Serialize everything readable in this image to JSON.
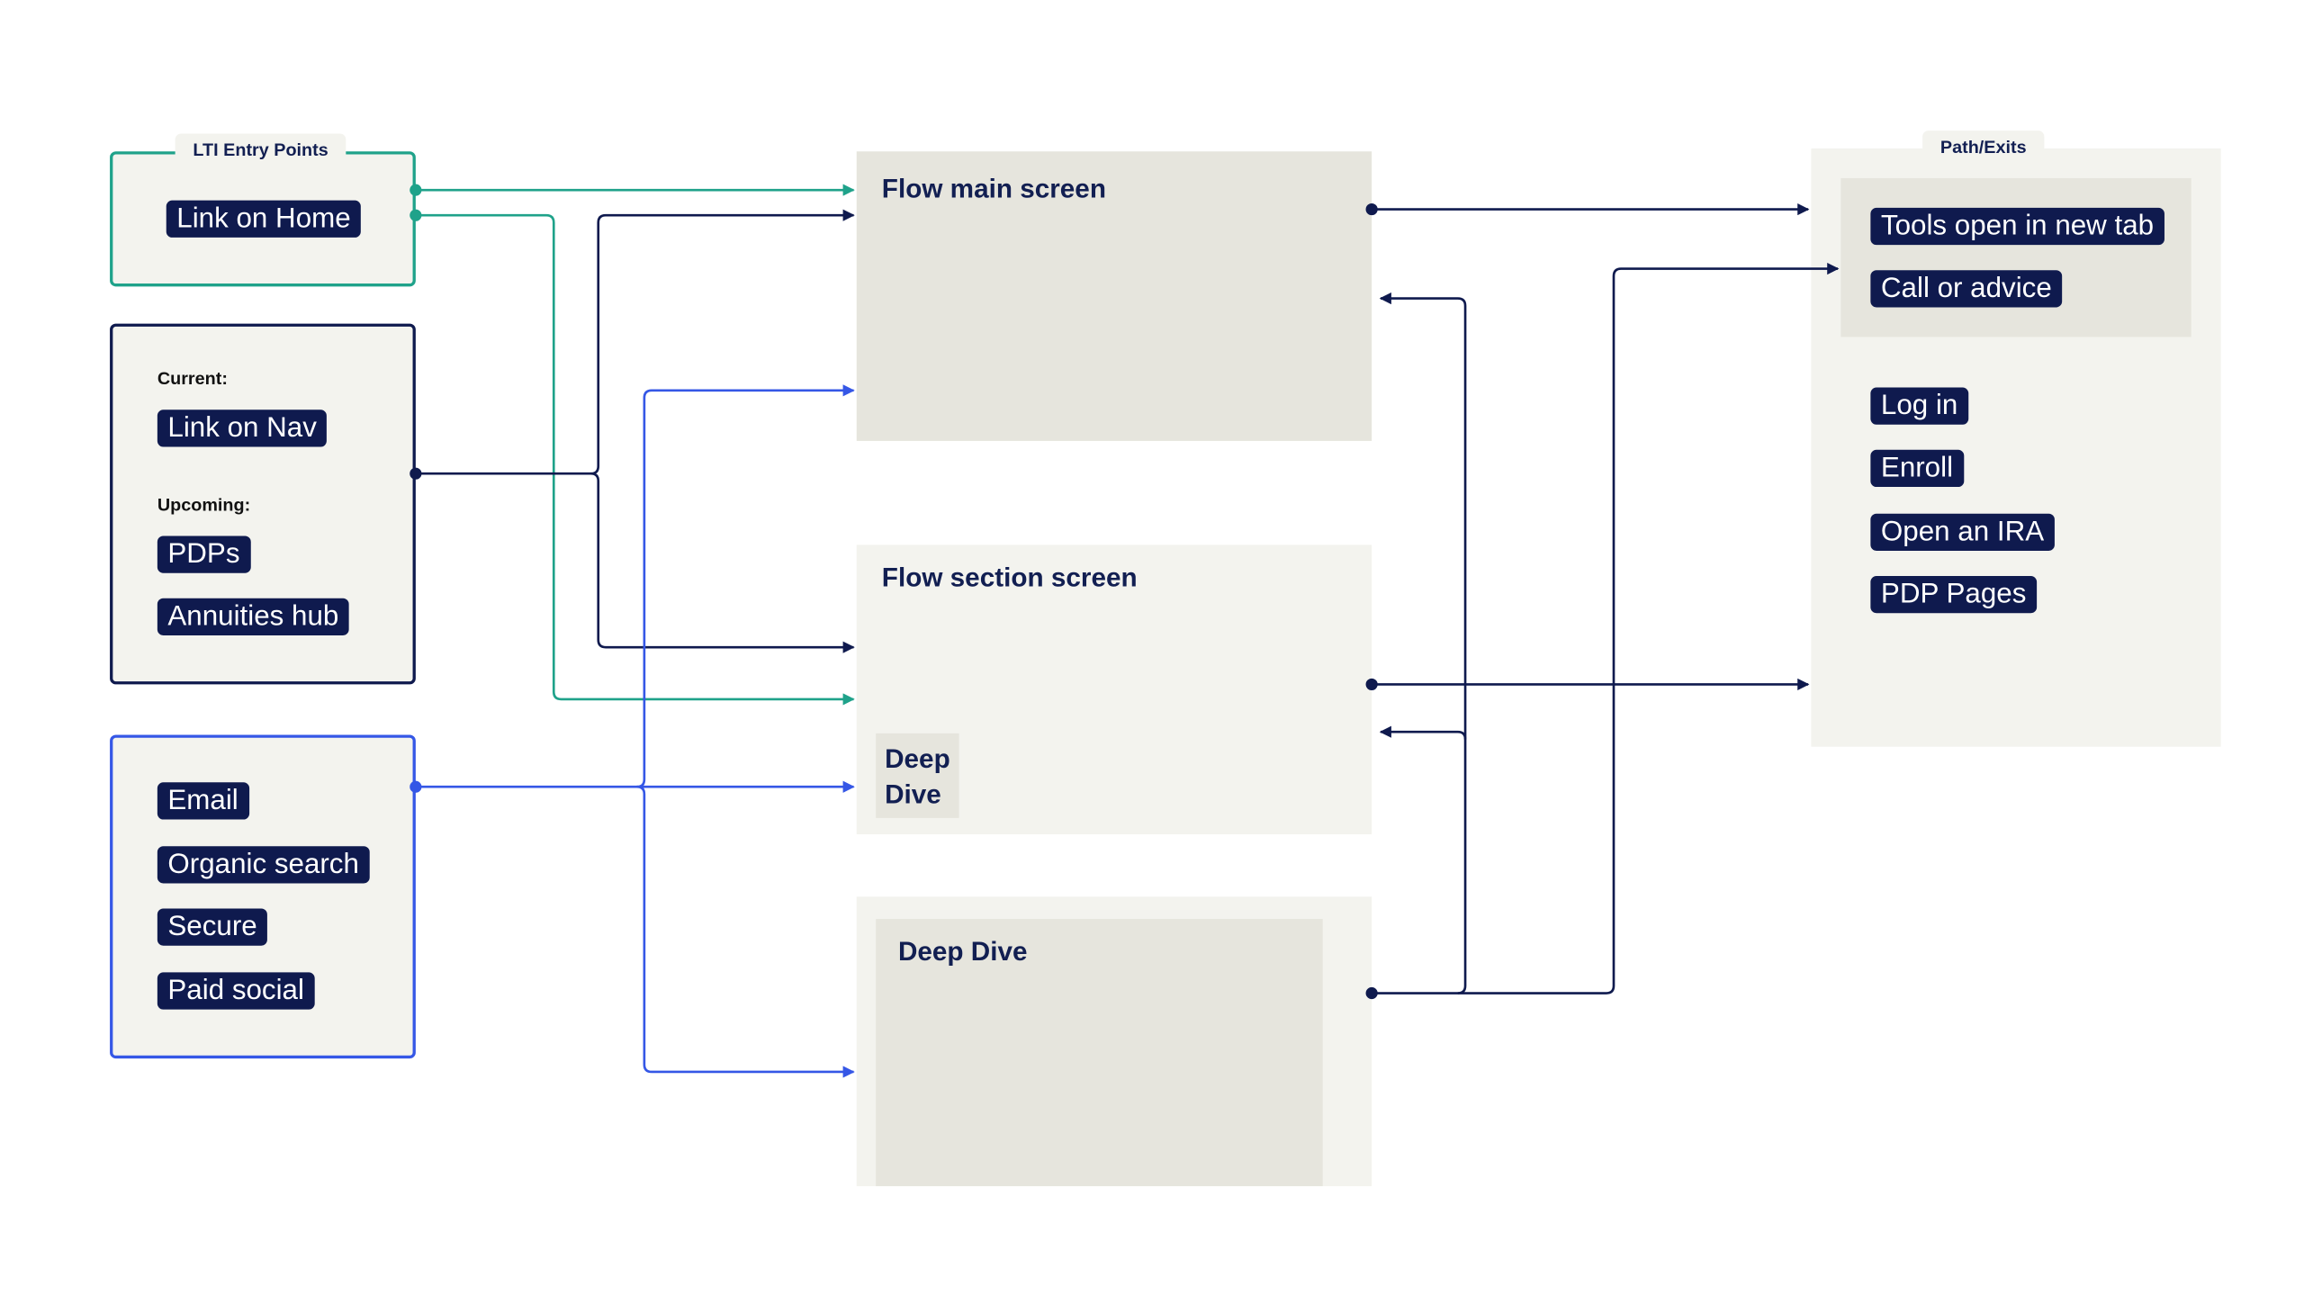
{
  "colors": {
    "teal": "#1fa28a",
    "navy": "#0f1a4e",
    "blue": "#3557e6",
    "panel": "#f3f3ee",
    "screen": "#e6e5dd"
  },
  "entry_points": {
    "lti": {
      "label": "LTI Entry Points",
      "items": [
        "Link on Home"
      ]
    },
    "nav": {
      "current_label": "Current:",
      "current_items": [
        "Link on Nav"
      ],
      "upcoming_label": "Upcoming:",
      "upcoming_items": [
        "PDPs",
        "Annuities hub"
      ]
    },
    "channels": {
      "items": [
        "Email",
        "Organic search",
        "Secure",
        "Paid social"
      ]
    }
  },
  "screens": {
    "main": {
      "title": "Flow main screen"
    },
    "section": {
      "title": "Flow section screen",
      "inner_label": "Deep Dive"
    },
    "deep_dive": {
      "title": "Deep Dive"
    }
  },
  "exits": {
    "label": "Path/Exits",
    "boxed_items": [
      "Tools open in new tab",
      "Call or advice"
    ],
    "items": [
      "Log in",
      "Enroll",
      "Open an IRA",
      "PDP Pages"
    ]
  }
}
